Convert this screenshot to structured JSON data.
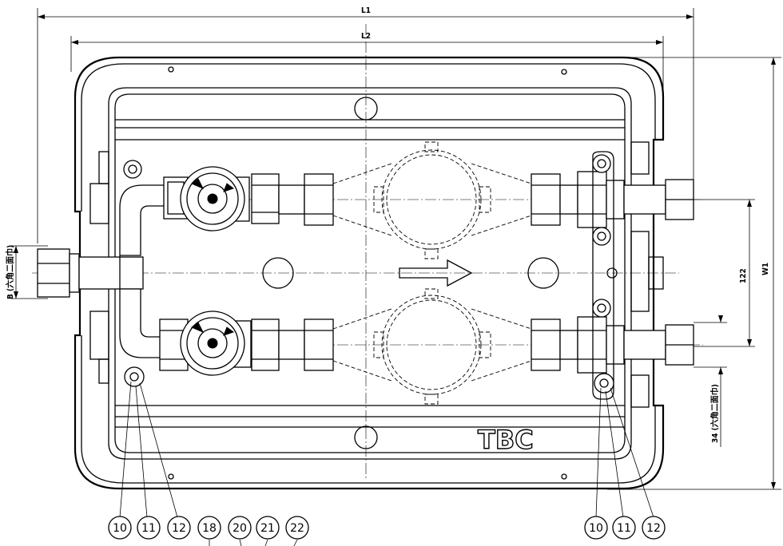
{
  "dimensions": {
    "overall_length": "L1",
    "box_length": "L2",
    "overall_width": "W1",
    "pipe_spacing": "122",
    "inlet_thread": "B (六角二面巾)",
    "outlet_thread": "34 (六角二面巾)"
  },
  "brand_mark": "TBC",
  "callouts": {
    "left_group": [
      "10",
      "11",
      "12",
      "18",
      "20",
      "21",
      "22"
    ],
    "right_group": [
      "10",
      "11",
      "12"
    ]
  },
  "colors": {
    "line": "#000000",
    "background": "#ffffff"
  },
  "icons": {
    "flow_direction": "arrow-right-icon"
  }
}
